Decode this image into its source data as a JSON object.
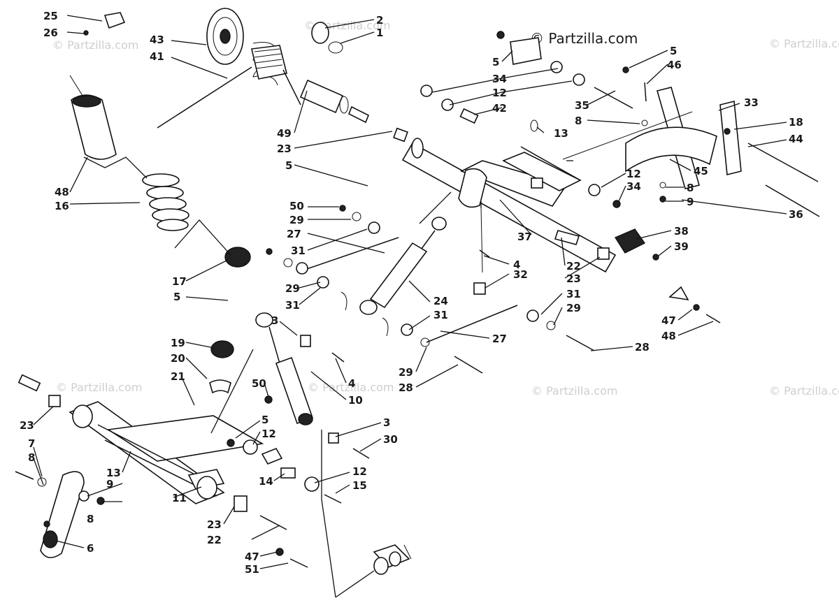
{
  "watermarks": {
    "main": "© Partzilla.com",
    "faint": "© Partzilla.com"
  },
  "labels": [
    "25",
    "26",
    "43",
    "41",
    "2",
    "1",
    "48",
    "16",
    "49",
    "23",
    "5",
    "50",
    "29",
    "27",
    "31",
    "17",
    "5",
    "29",
    "31",
    "3",
    "19",
    "20",
    "21",
    "50",
    "4",
    "10",
    "3",
    "30",
    "23",
    "7",
    "8",
    "13",
    "9",
    "8",
    "11",
    "6",
    "5",
    "12",
    "14",
    "12",
    "15",
    "23",
    "22",
    "47",
    "51",
    "24",
    "31",
    "27",
    "29",
    "28",
    "4",
    "32",
    "5",
    "34",
    "12",
    "42",
    "13",
    "35",
    "8",
    "5",
    "46",
    "33",
    "18",
    "44",
    "45",
    "12",
    "34",
    "8",
    "9",
    "36",
    "37",
    "38",
    "39",
    "22",
    "23",
    "31",
    "29",
    "47",
    "48",
    "28"
  ],
  "colors": {
    "ink": "#111111",
    "watermark": "#cfcfcf"
  }
}
